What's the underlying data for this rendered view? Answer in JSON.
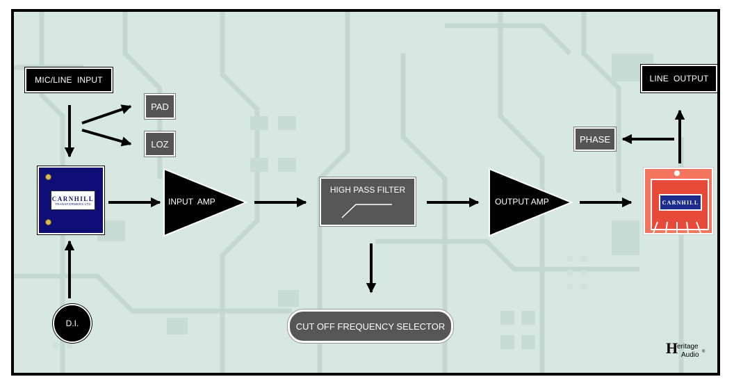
{
  "blocks": {
    "mic_line_input": "MIC/LINE  INPUT",
    "pad": "PAD",
    "loz": "LOZ",
    "di": "D.I.",
    "input_amp": "INPUT  AMP",
    "high_pass_filter": "HIGH PASS FILTER",
    "cut_off": "CUT OFF FREQUENCY SELECTOR",
    "output_amp": "OUTPUT AMP",
    "phase": "PHASE",
    "line_output": "LINE  OUTPUT"
  },
  "input_transformer": {
    "brand": "CARNHILL",
    "subtitle": "TRANSFORMERS LTD"
  },
  "output_transformer": {
    "brand": "CARNHILL"
  },
  "logo": {
    "letter": "H",
    "line1": "eritage",
    "line2": "Audio",
    "mark": "®"
  },
  "colors": {
    "background": "#d7e8e3",
    "block_dark": "#000000",
    "block_grey": "#565656",
    "input_transformer": "#0e0e75",
    "output_transformer": "#f5765e"
  }
}
